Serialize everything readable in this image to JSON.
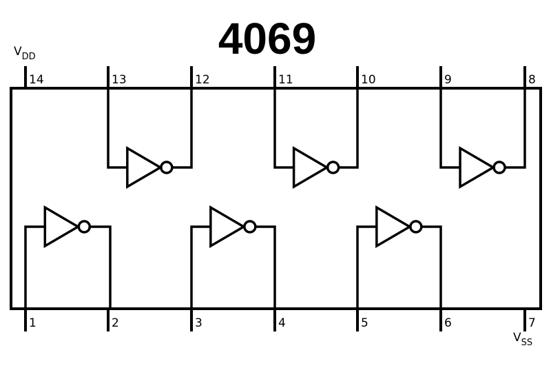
{
  "title": "4069",
  "vdd": {
    "main": "V",
    "sub": "DD"
  },
  "vss": {
    "main": "V",
    "sub": "SS"
  },
  "top_pins": [
    "14",
    "13",
    "12",
    "11",
    "10",
    "9",
    "8"
  ],
  "bottom_pins": [
    "1",
    "2",
    "3",
    "4",
    "5",
    "6",
    "7"
  ],
  "colors": {
    "ink": "#000000",
    "background": "#ffffff"
  }
}
